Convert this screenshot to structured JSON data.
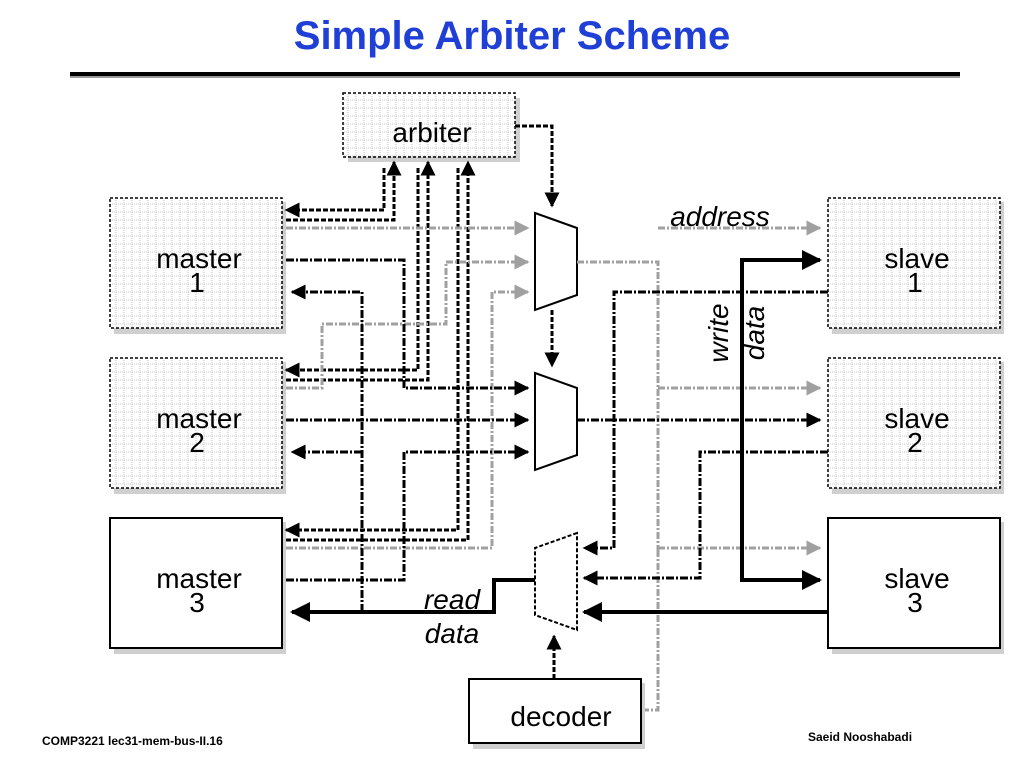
{
  "title": "Simple Arbiter Scheme",
  "footer": {
    "left": "COMP3221  lec31-mem-bus-II.16",
    "right": "Saeid Nooshabadi"
  },
  "blocks": {
    "arbiter": "arbiter",
    "decoder": "decoder",
    "masters": [
      {
        "line1": "master",
        "line2": "1"
      },
      {
        "line1": "master",
        "line2": "2"
      },
      {
        "line1": "master",
        "line2": "3"
      }
    ],
    "slaves": [
      {
        "line1": "slave",
        "line2": "1"
      },
      {
        "line1": "slave",
        "line2": "2"
      },
      {
        "line1": "slave",
        "line2": "3"
      }
    ]
  },
  "signals": {
    "address": "address",
    "write_line1": "write",
    "write_line2": "data",
    "read_line1": "read",
    "read_line2": "data"
  },
  "colors": {
    "title": "#1f3fd6",
    "grey_bus": "#a0a0a0"
  }
}
